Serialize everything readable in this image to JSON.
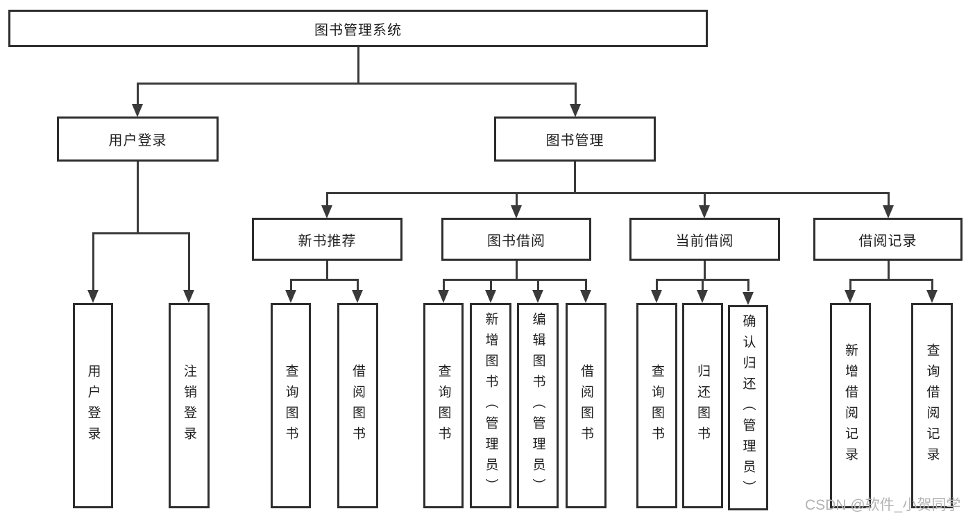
{
  "diagram": {
    "title": "图书管理系统",
    "level2": [
      {
        "label": "用户登录"
      },
      {
        "label": "图书管理"
      }
    ],
    "level3": [
      {
        "label": "新书推荐"
      },
      {
        "label": "图书借阅"
      },
      {
        "label": "当前借阅"
      },
      {
        "label": "借阅记录"
      }
    ],
    "leaves": [
      "用户登录",
      "注销登录",
      "查询图书",
      "借阅图书",
      "查询图书",
      "新增图书（管理员）",
      "编辑图书（管理员）",
      "借阅图书",
      "查询图书",
      "归还图书",
      "确认归还（管理员）",
      "新增借阅记录",
      "查询借阅记录"
    ]
  },
  "watermark": {
    "text": "CSDN @软件_小贺同学"
  },
  "colors": {
    "line": "#3a3a3a",
    "border": "#2d2d2d",
    "text": "#1e1e1e",
    "watermark": "#b3b3b3",
    "background": "#ffffff"
  }
}
